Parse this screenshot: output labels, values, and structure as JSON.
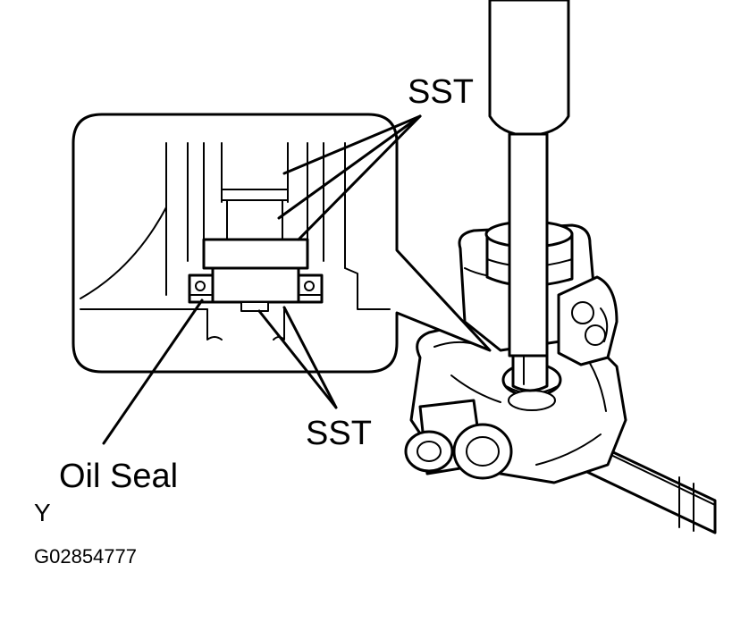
{
  "labels": {
    "sst_top": "SST",
    "sst_bottom": "SST",
    "oil_seal": "Oil Seal",
    "view_mark": "Y",
    "figure_code": "G02854777"
  }
}
